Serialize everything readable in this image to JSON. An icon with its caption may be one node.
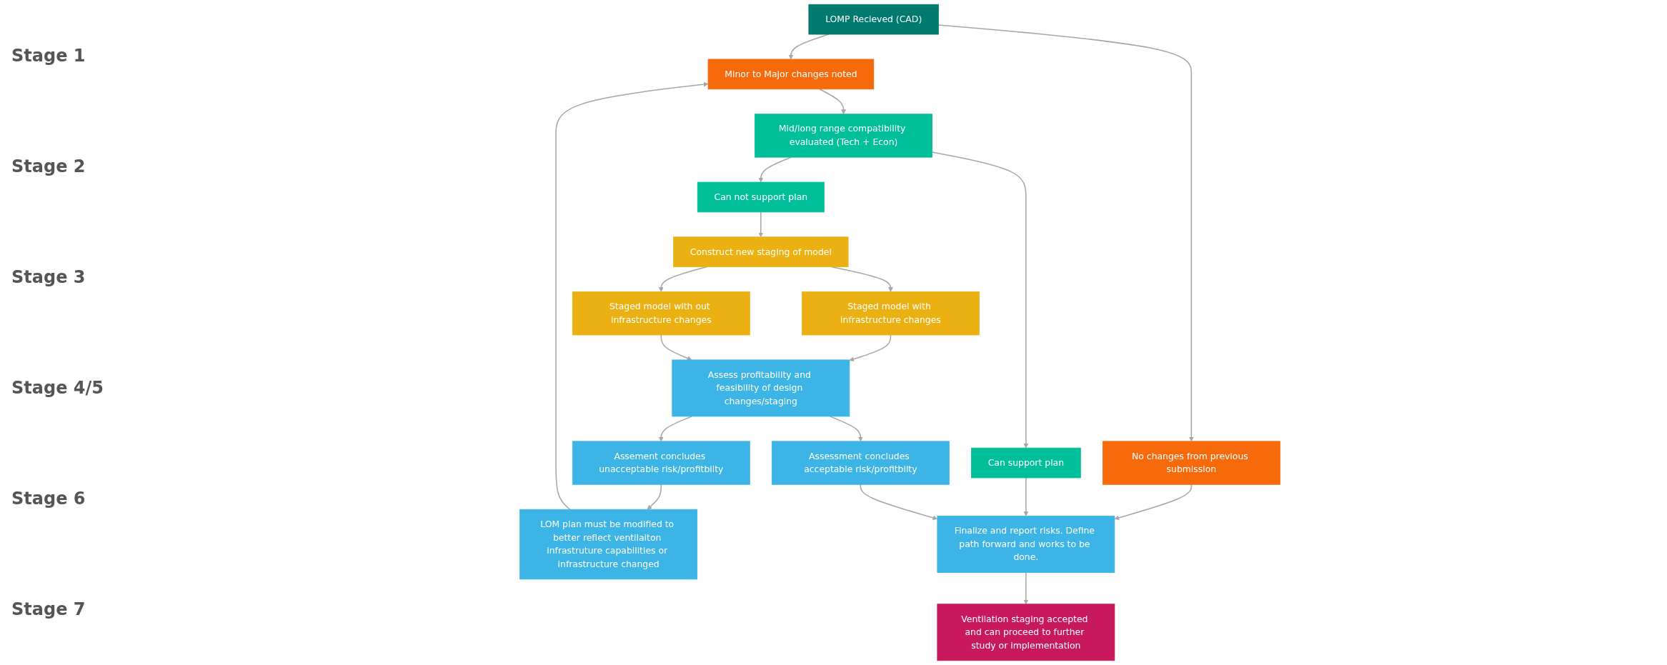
{
  "diagram": {
    "nodes": [
      {
        "text": [
          "LOMP Recieved (CAD)"
        ]
      },
      {
        "text": [
          "LOM plan must be modified to better reflect ventilaiton infrastruture capabilities or infrastructure changed"
        ]
      },
      {
        "text": [
          "Minor to Major changes noted"
        ]
      },
      {
        "text": [
          "No changes from previous submission"
        ]
      },
      {
        "text": [
          "Can not support plan"
        ]
      },
      {
        "text": [
          "Mid/long range compatibility evaluated (Tech + Econ)"
        ]
      },
      {
        "text": [
          "Can support plan"
        ]
      },
      {
        "text": [
          "Staged model with infrastructure changes"
        ]
      },
      {
        "text": [
          "Construct new staging of model"
        ]
      },
      {
        "text": [
          "Staged model with out infrastructure changes"
        ]
      },
      {
        "text": [
          "Assement concludes unacceptable risk/profitbilty"
        ]
      },
      {
        "text": [
          "Assess profitability and feasibility of design changes/staging"
        ]
      },
      {
        "text": [
          "Assessment concludes acceptable risk/profitbilty"
        ]
      },
      {
        "text": [
          "Finalize and report risks. Define path forward and works to be done."
        ]
      },
      {
        "text": [
          "Ventilation staging accepted and can proceed to further study or implementation"
        ]
      }
    ],
    "edges": [
      {
        "from": 0,
        "to": 2,
        "arrow": "to"
      },
      {
        "from": 0,
        "to": 3,
        "arrow": "to"
      },
      {
        "from": 10,
        "to": 1,
        "arrow": "to"
      },
      {
        "from": 1,
        "to": 2,
        "arrow": "to"
      },
      {
        "from": 2,
        "to": 5,
        "arrow": "to"
      },
      {
        "from": 3,
        "to": 13,
        "arrow": "to"
      },
      {
        "from": 5,
        "to": 4,
        "arrow": "to"
      },
      {
        "from": 5,
        "to": 6,
        "arrow": "to"
      },
      {
        "from": 6,
        "to": 13,
        "arrow": "to"
      },
      {
        "from": 4,
        "to": 8,
        "arrow": "to"
      },
      {
        "from": 8,
        "to": 7,
        "arrow": "to"
      },
      {
        "from": 8,
        "to": 9,
        "arrow": "to"
      },
      {
        "from": 7,
        "to": 11,
        "arrow": "to"
      },
      {
        "from": 9,
        "to": 11,
        "arrow": "to"
      },
      {
        "from": 11,
        "to": 10,
        "arrow": "to"
      },
      {
        "from": 11,
        "to": 12,
        "arrow": "to"
      },
      {
        "from": 12,
        "to": 13,
        "arrow": "to"
      },
      {
        "from": 13,
        "to": 14,
        "arrow": "to"
      }
    ],
    "labels": [
      "Stage 1",
      "Stage 2",
      "Stage 3",
      "Stage 4/5",
      "Stage 6",
      "Stage 7"
    ]
  }
}
